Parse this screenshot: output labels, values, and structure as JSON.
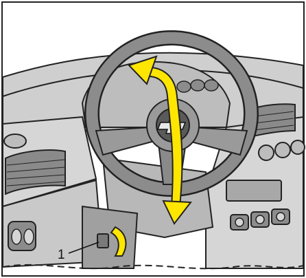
{
  "callouts": [
    {
      "label": "1",
      "target": "steering-column-adjustment-lever"
    }
  ],
  "brand_emblem": "chevrolet-bowtie",
  "colors": {
    "background": "#ffffff",
    "panel_gray": "#d6d6d6",
    "dark_gray": "#8c8c8c",
    "black": "#1a1a1a",
    "arrow_yellow": "#ffe600"
  }
}
